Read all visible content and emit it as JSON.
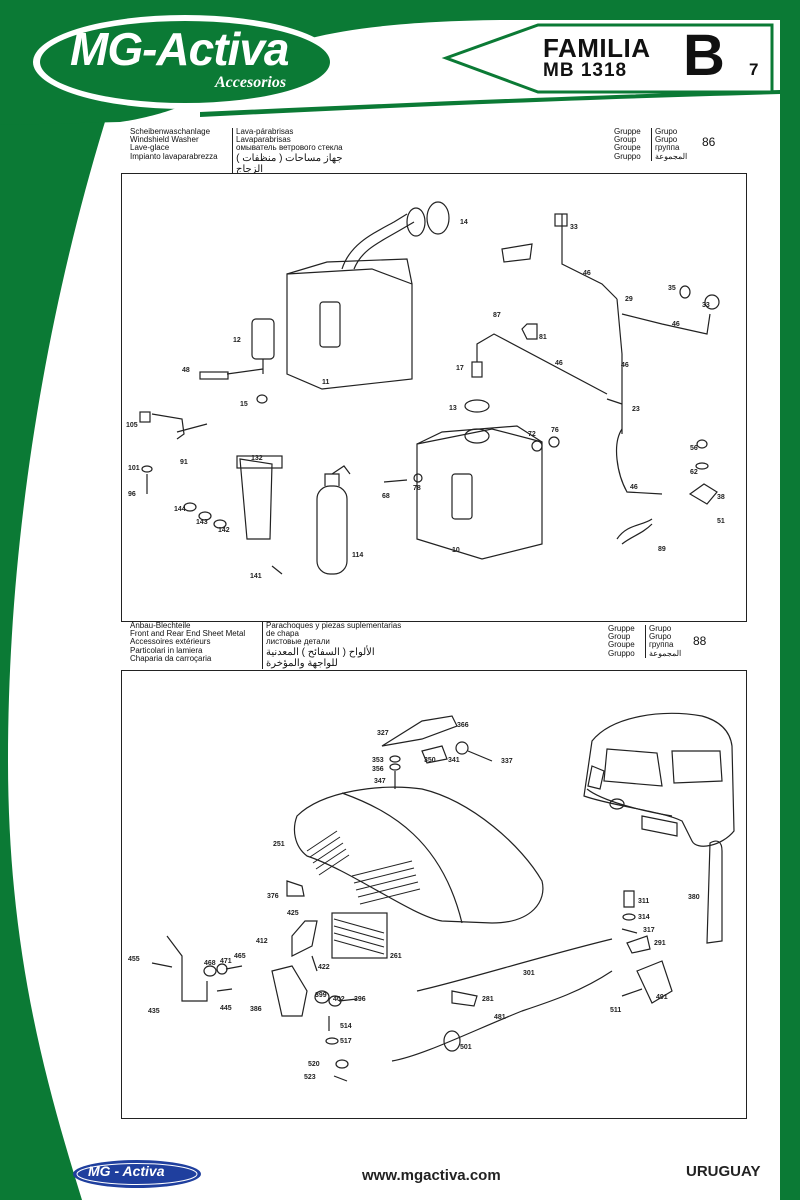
{
  "brand": {
    "name": "MG-Activa",
    "tagline": "Accesorios",
    "footer_logo": "MG - Activa"
  },
  "family": {
    "word": "FAMILIA",
    "model": "MB 1318",
    "letter": "B",
    "number": "7"
  },
  "colors": {
    "brand_green": "#0b7a35",
    "ink": "#111111",
    "paper": "#ffffff"
  },
  "sections": [
    {
      "labels_left": [
        "Scheibenwaschanlage",
        "Windshield Washer",
        "Lave-glace",
        "Impianto lavaparabrezza"
      ],
      "labels_mid": [
        "Lava-párabrisas",
        "Lavaparabrisas",
        "омыватель ветрового стекла",
        "جهاز مساحات ( منظفات )",
        "الزجاج"
      ],
      "group_words": [
        "Gruppe",
        "Group",
        "Groupe",
        "Gruppo"
      ],
      "group_words_2": [
        "Grupo",
        "Grupo",
        "группа",
        "المجموعة"
      ],
      "group_number": "86",
      "part_labels": [
        "14",
        "33",
        "46",
        "35",
        "33",
        "29",
        "46",
        "87",
        "81",
        "46",
        "12",
        "48",
        "11",
        "15",
        "17",
        "46",
        "13",
        "23",
        "72",
        "76",
        "105",
        "91",
        "101",
        "96",
        "132",
        "56",
        "62",
        "38",
        "46",
        "68",
        "78",
        "144",
        "143",
        "142",
        "114",
        "10",
        "51",
        "89",
        "141"
      ]
    },
    {
      "labels_left": [
        "Anbau-Blechteile",
        "Front and Rear End Sheet Metal",
        "Accessoires extérieurs",
        "Particolari in lamiera",
        "Chaparia da carroçaria"
      ],
      "labels_mid": [
        "Parachoques y piezas suplementarias",
        "de chapa",
        "листовые детали",
        "الألواح ( السفائح ) المعدنية",
        "للواجهة والمؤخرة"
      ],
      "group_words": [
        "Gruppe",
        "Group",
        "Groupe",
        "Gruppo"
      ],
      "group_words_2": [
        "Grupo",
        "Grupo",
        "группа",
        "المجموعة"
      ],
      "group_number": "88",
      "part_labels": [
        "327",
        "366",
        "353",
        "356",
        "350",
        "341",
        "337",
        "347",
        "251",
        "376",
        "425",
        "412",
        "261",
        "422",
        "465",
        "471",
        "468",
        "455",
        "445",
        "435",
        "386",
        "399",
        "402",
        "396",
        "514",
        "517",
        "520",
        "523",
        "311",
        "314",
        "317",
        "291",
        "380",
        "301",
        "281",
        "481",
        "501",
        "511",
        "491"
      ]
    }
  ],
  "footer": {
    "url": "www.mgactiva.com",
    "country": "URUGUAY"
  }
}
